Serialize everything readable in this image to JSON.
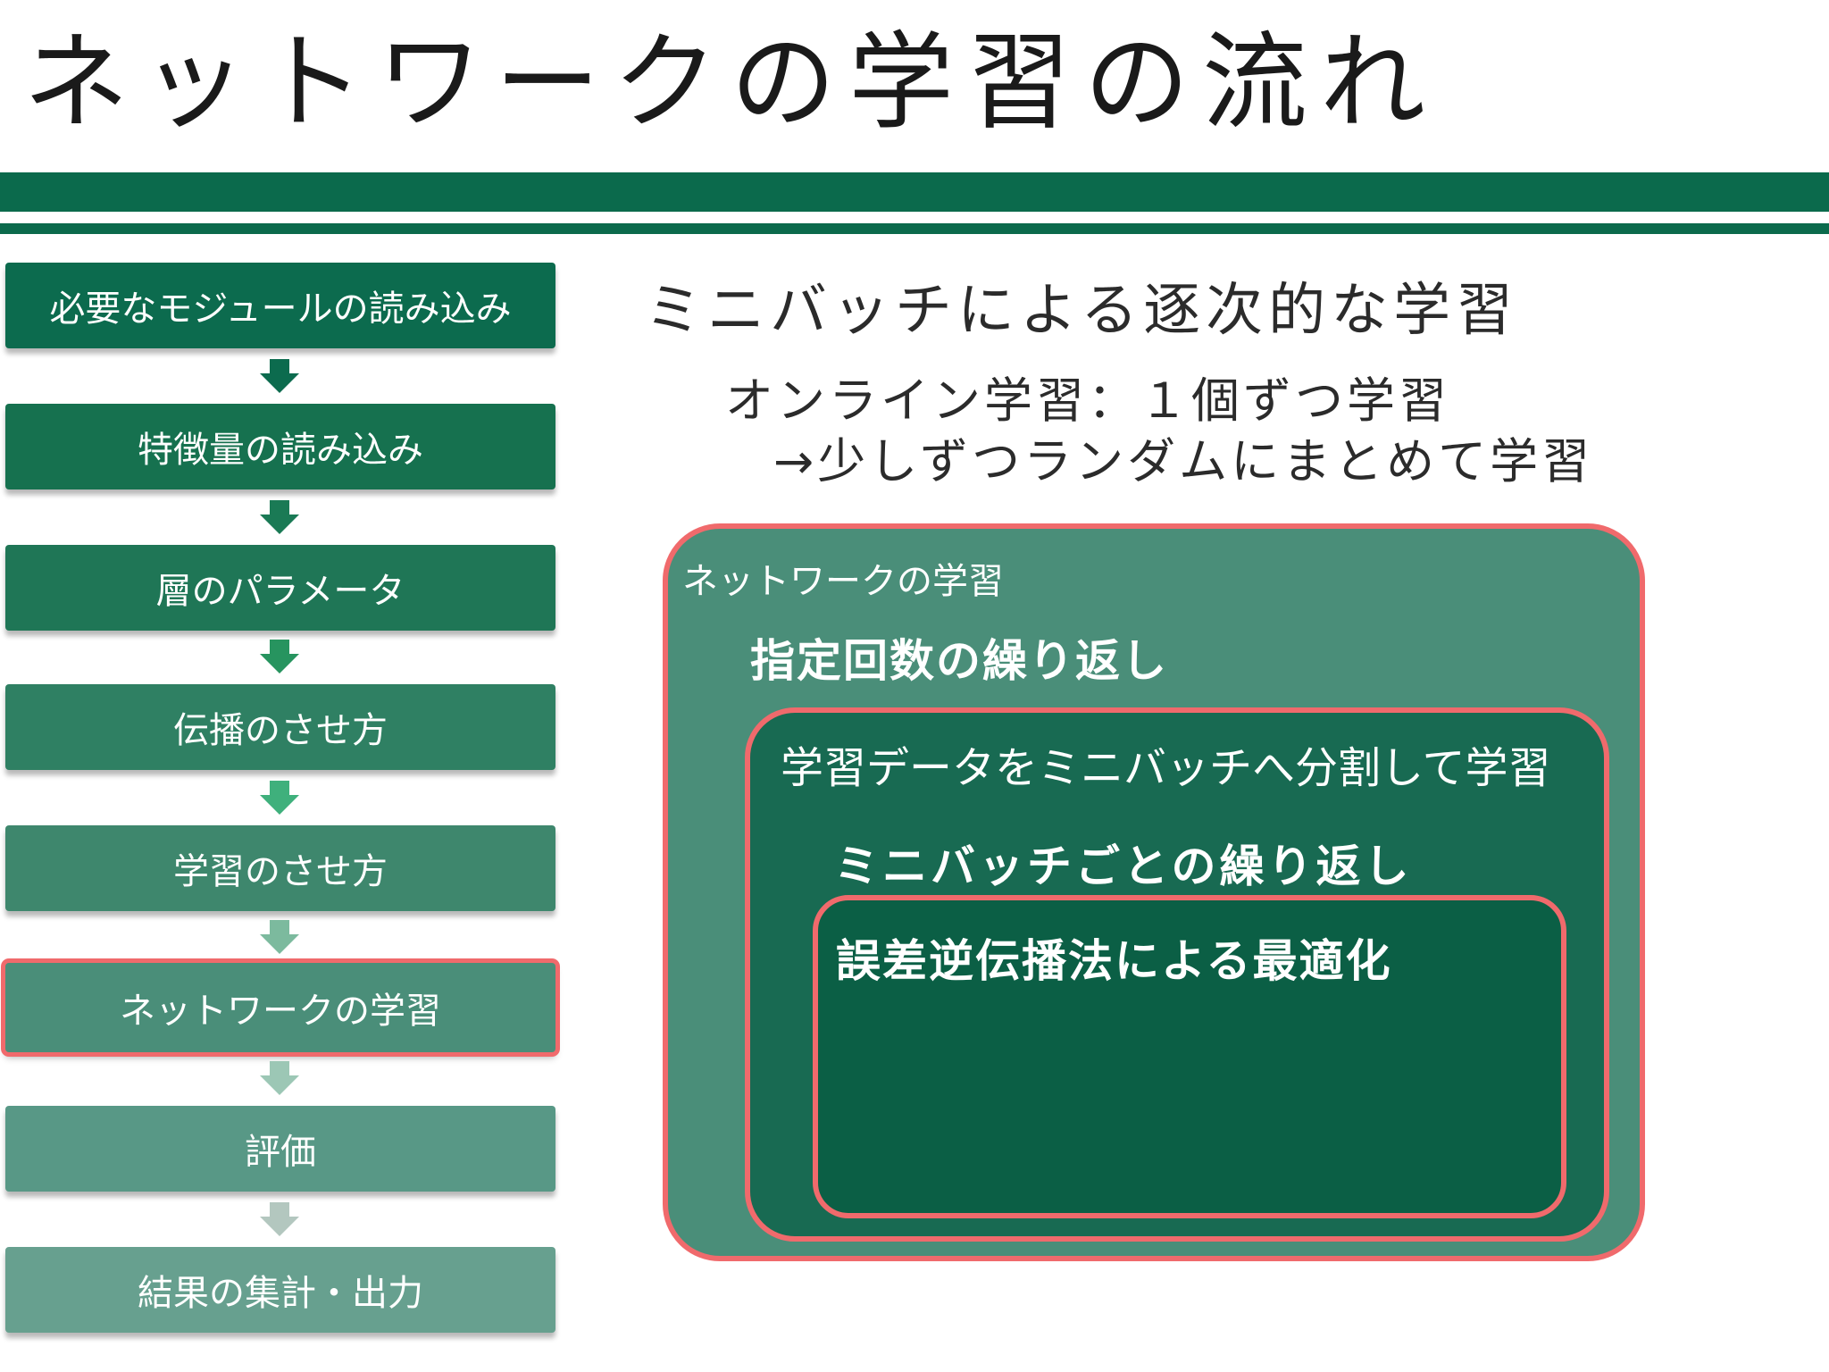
{
  "title": "ネットワークの学習の流れ",
  "flow_steps": [
    {
      "label": "必要なモジュールの読み込み",
      "color": "#0c6b4e"
    },
    {
      "label": "特徴量の読み込み",
      "color": "#16714f"
    },
    {
      "label": "層のパラメータ",
      "color": "#1f7656"
    },
    {
      "label": "伝播のさせ方",
      "color": "#2f8063"
    },
    {
      "label": "学習のさせ方",
      "color": "#3e876d"
    },
    {
      "label": "ネットワークの学習",
      "color": "#4a8e79",
      "highlighted": true
    },
    {
      "label": "評価",
      "color": "#589886"
    },
    {
      "label": "結果の集計・出力",
      "color": "#67a08f"
    }
  ],
  "flow_arrows": [
    {
      "color": "#0c6b4e"
    },
    {
      "color": "#1a7a55"
    },
    {
      "color": "#27945f"
    },
    {
      "color": "#3fb07c"
    },
    {
      "color": "#7cba9e"
    },
    {
      "color": "#9cc7b5"
    },
    {
      "color": "#b3c7bf"
    }
  ],
  "main": {
    "heading": "ミニバッチによる逐次的な学習",
    "desc_line1": "オンライン学習：１個ずつ学習",
    "desc_line2": "→少しずつランダムにまとめて学習"
  },
  "nested": {
    "outer_label": "ネットワークの学習",
    "outer_sublabel": "指定回数の繰り返し",
    "mid_label": "学習データをミニバッチへ分割して学習",
    "mid_sublabel": "ミニバッチごとの繰り返し",
    "inner_label": "誤差逆伝播法による最適化"
  },
  "colors": {
    "accent_green": "#0b6a4c",
    "highlight_border": "#f06a6c"
  }
}
